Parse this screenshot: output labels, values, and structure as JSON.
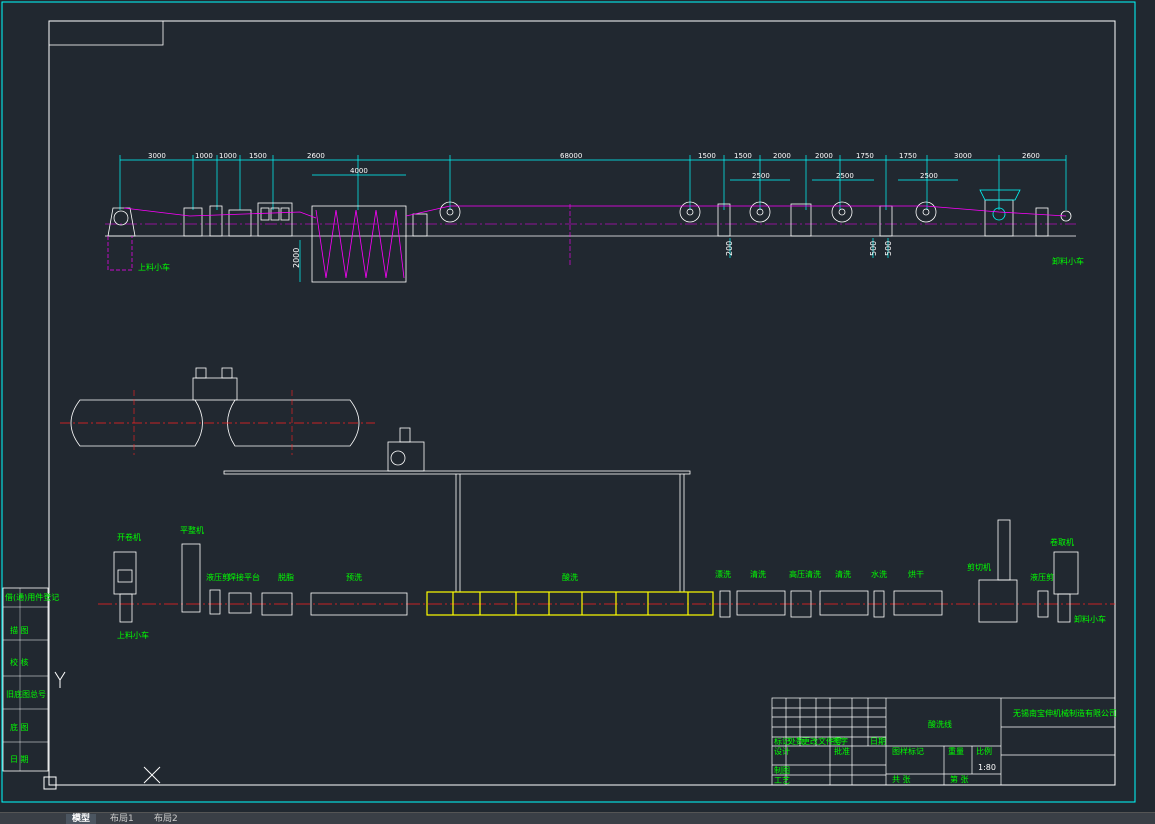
{
  "title_block": {
    "drawing_name": "酸洗线",
    "company": "无锡南宝伸机械制造有限公司",
    "scale": "1:80",
    "designer": "设计",
    "process": "工艺",
    "drawn": "制图",
    "approved": "批准",
    "marks": "标记",
    "count": "处数",
    "file_no": "更改文件号",
    "sign": "签字",
    "date": "日期",
    "stage_mark": "图样标记",
    "weight": "重量",
    "scale_label": "比例",
    "sheet": "共 张",
    "sheet_no": "第 张"
  },
  "left_strip": {
    "items": [
      "借(通)用件登记",
      "描 图",
      "校 核",
      "旧底图总号",
      "底 图",
      "日 期"
    ]
  },
  "top_view": {
    "dims": [
      "3000",
      "1000",
      "1000",
      "1500",
      "2600",
      "4000",
      "68000",
      "1500",
      "1500",
      "2000",
      "2000",
      "1750",
      "1750",
      "3000",
      "2600",
      "2500",
      "2500",
      "2500"
    ],
    "vertical_dims": [
      "2000",
      "200",
      "500",
      "500"
    ],
    "labels": {
      "upload_cart": "上料小车",
      "unload_cart": "卸料小车"
    }
  },
  "plan_view": {
    "labels": {
      "uncoiler": "开卷机",
      "leveler": "平整机",
      "hydraulic_shear": "液压剪",
      "welding_table": "焊接平台",
      "degreasing": "脱脂",
      "trough": "预洗",
      "pickling": "酸洗",
      "rinse": "漂洗",
      "clean": "清洗",
      "high_pressure_rinse": "高压清洗",
      "wash": "清洗",
      "water": "水洗",
      "drying": "烘干",
      "shear": "剪切机",
      "recoiler": "卷取机",
      "upload_cart": "上料小车",
      "unload_cart": "卸料小车"
    }
  },
  "status_bar": {
    "tabs": [
      "模型",
      "布局1",
      "布局2"
    ]
  },
  "colors": {
    "background": "#212830",
    "frame": "#ffffff",
    "cyan": "#00ffff",
    "magenta": "#ff00ff",
    "green": "#00ff00",
    "yellow": "#ffff00",
    "red": "#ff2020",
    "white": "#ffffff"
  }
}
